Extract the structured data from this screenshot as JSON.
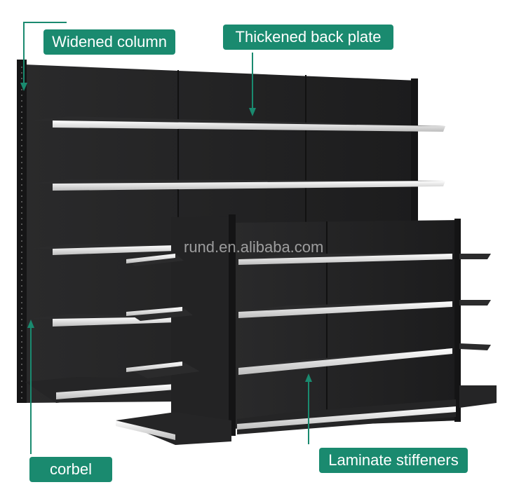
{
  "labels": {
    "widened_column": "Widened column",
    "thickened_back_plate": "Thickened back plate",
    "corbel": "corbel",
    "laminate_stiffeners": "Laminate stiffeners"
  },
  "watermark": "rund.en.alibaba.com",
  "colors": {
    "label_bg": "#1a8a6f",
    "label_text": "#ffffff",
    "leader_line": "#1a8a6f",
    "shelf_body": "#1e1e1f",
    "shelf_edge": "#e8e8e8"
  }
}
